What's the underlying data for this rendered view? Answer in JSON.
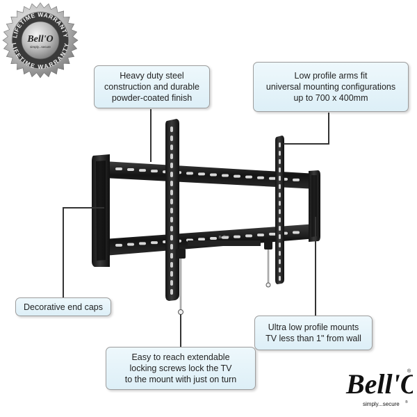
{
  "seal": {
    "ring_text": "LIFETIME WARRANTY",
    "ring_text_repeat": "LIFETIME WARRANTY",
    "logo_text": "Bell'O",
    "tagline": "simply...secure"
  },
  "callouts": {
    "steel": [
      "Heavy duty steel",
      "construction and durable",
      "powder-coated finish"
    ],
    "arms": [
      "Low profile arms fit",
      "universal mounting configurations",
      "up to 700 x 400mm"
    ],
    "endcaps": [
      "Decorative end caps"
    ],
    "low_profile": [
      "Ultra low profile mounts",
      "TV less than 1\" from wall"
    ],
    "screws": [
      "Easy to reach extendable",
      "locking screws lock the TV",
      "to the mount with just on turn"
    ]
  },
  "brand": {
    "logo_text": "Bell'O",
    "registered": "®",
    "tagline": "simply...secure",
    "tagline_mark": "®"
  },
  "colors": {
    "callout_fill": "#e4f3fa",
    "callout_border": "#9c9c9c",
    "mount": "#1b1b1b",
    "seal_silver": "#c8c8c8"
  }
}
